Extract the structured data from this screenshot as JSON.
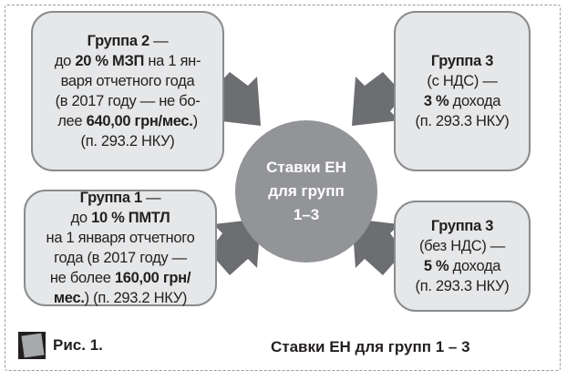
{
  "center": {
    "lines": [
      "Ставки ЕН",
      "для групп",
      "1–3"
    ]
  },
  "boxes": {
    "group2": {
      "l1": "Группа 2",
      "l1b": " —",
      "l2a": "до ",
      "l2b": "20 % МЗП",
      "l2c": " на 1 ян-",
      "l3": "варя отчетного года",
      "l4": "(в 2017 году — не бо-",
      "l5a": "лее ",
      "l5b": "640,00 грн/мес.",
      "l5c": ")",
      "l6": "(п. 293.2 НКУ)"
    },
    "group1": {
      "l1": "Группа 1",
      "l1b": " —",
      "l2a": "до ",
      "l2b": "10 %  ПМТЛ",
      "l3": "на 1 января отчетного",
      "l4": "года (в 2017 году —",
      "l5a": "не более ",
      "l5b": "160,00 грн/",
      "l6a": "мес.",
      "l6b": ") (п. 293.2 НКУ)"
    },
    "group3_vat": {
      "l1": "Группа 3",
      "l2": "(с НДС) —",
      "l3a": "3 %",
      "l3b": " дохода",
      "l4": "(п. 293.3 НКУ)"
    },
    "group3_novat": {
      "l1": "Группа 3",
      "l2": "(без НДС) —",
      "l3a": "5 %",
      "l3b": " дохода",
      "l4": "(п. 293.3 НКУ)"
    }
  },
  "caption": {
    "label": "Рис. 1.",
    "title": "Ставки ЕН для групп 1 – 3"
  },
  "colors": {
    "box": "#e6e7e8",
    "circle": "#929497",
    "arrow": "#6d6e71"
  }
}
